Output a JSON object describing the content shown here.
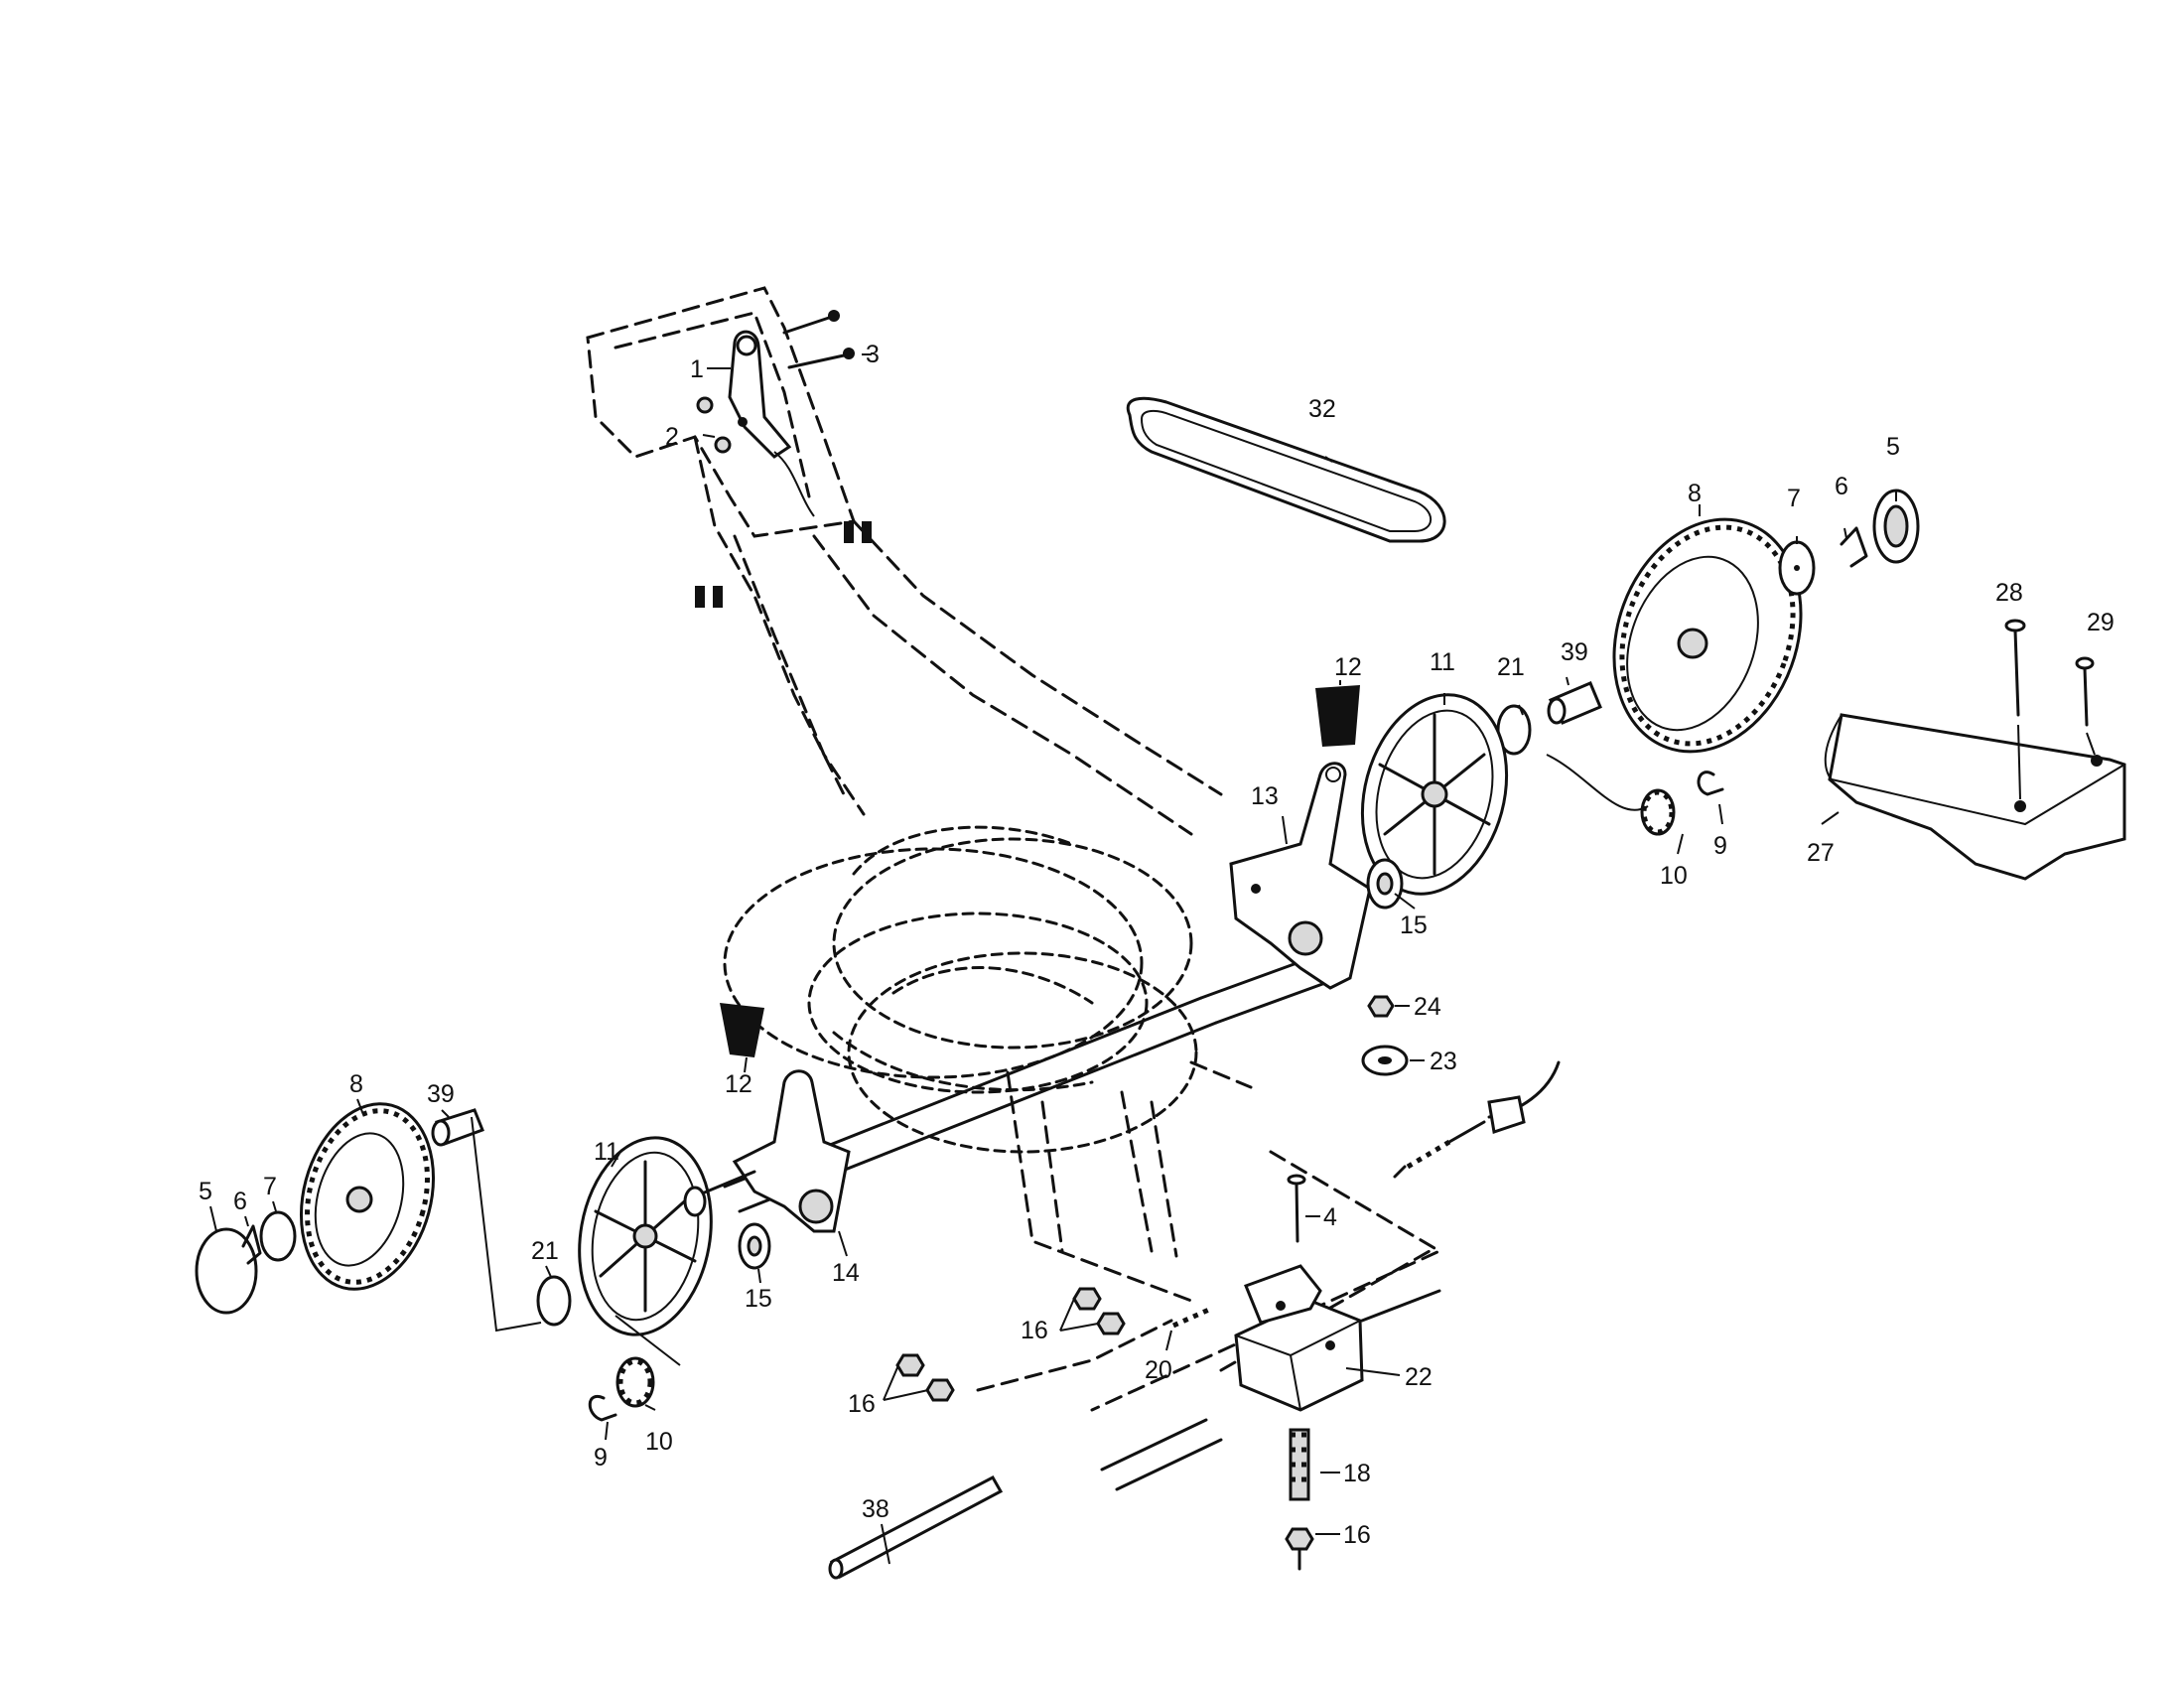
{
  "callouts": {
    "c1": "1",
    "c2": "2",
    "c3": "3",
    "c4": "4",
    "c5_left": "5",
    "c5_right": "5",
    "c6_left": "6",
    "c6_right": "6",
    "c7_left": "7",
    "c7_right": "7",
    "c8_left": "8",
    "c8_right": "8",
    "c9_left": "9",
    "c9_right": "9",
    "c10_left": "10",
    "c10_right": "10",
    "c11_left": "11",
    "c11_right": "11",
    "c12_left": "12",
    "c12_right": "12",
    "c13": "13",
    "c14": "14",
    "c15_left": "15",
    "c15_right": "15",
    "c16_a": "16",
    "c16_b": "16",
    "c16_c": "16",
    "c18": "18",
    "c20": "20",
    "c21_left": "21",
    "c21_right": "21",
    "c22": "22",
    "c23": "23",
    "c24": "24",
    "c27": "27",
    "c28": "28",
    "c29": "29",
    "c32": "32",
    "c38": "38",
    "c39_left": "39",
    "c39_right": "39"
  }
}
